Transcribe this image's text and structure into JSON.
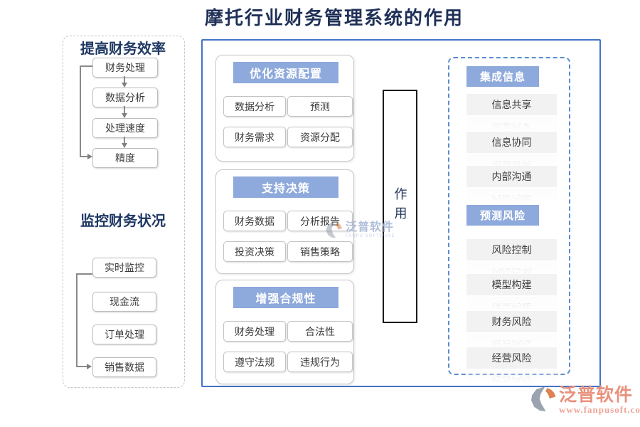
{
  "title": "摩托行业财务管理系统的作用",
  "sidebar": {
    "section1": {
      "title": "提高财务效率",
      "items": [
        "财务处理",
        "数据分析",
        "处理速度",
        "精度"
      ]
    },
    "section2": {
      "title": "监控财务状况",
      "items": [
        "实时监控",
        "现金流",
        "订单处理",
        "销售数据"
      ]
    }
  },
  "center": {
    "role_label": "作用",
    "groups": [
      {
        "header": "优化资源配置",
        "items": [
          "数据分析",
          "预测",
          "财务需求",
          "资源分配"
        ]
      },
      {
        "header": "支持决策",
        "items": [
          "财务数据",
          "分析报告",
          "投资决策",
          "销售策略"
        ]
      },
      {
        "header": "增强合规性",
        "items": [
          "财务处理",
          "合法性",
          "遵守法规",
          "违规行为"
        ]
      }
    ]
  },
  "right_panel": {
    "sections": [
      {
        "header": "集成信息",
        "items": [
          "信息共享",
          "信息协同",
          "内部沟通"
        ]
      },
      {
        "header": "预测风险",
        "items": [
          "风险控制",
          "模型构建",
          "财务风险",
          "经营风险"
        ]
      }
    ]
  },
  "watermark": {
    "brand": "泛普软件",
    "caption": "FANPU SOFTWARE"
  },
  "footer_logo": {
    "brand": "泛普软件",
    "url": "www.fanpusoft.com"
  },
  "icons": {
    "fanpu-logo-icon": "gray faceted crescent with orange comma swoosh"
  },
  "colors": {
    "header_bg": "#8ea9db",
    "container_border": "#4472c4",
    "panel_dashed_border": "#5b8bd0",
    "title_navy": "#1f3864",
    "item_gray_bg": "#f2f2f2",
    "arrow_gray": "#7f7f7f",
    "brand_salmon": "#e8917c",
    "brand_url_pink": "#f0a496"
  }
}
